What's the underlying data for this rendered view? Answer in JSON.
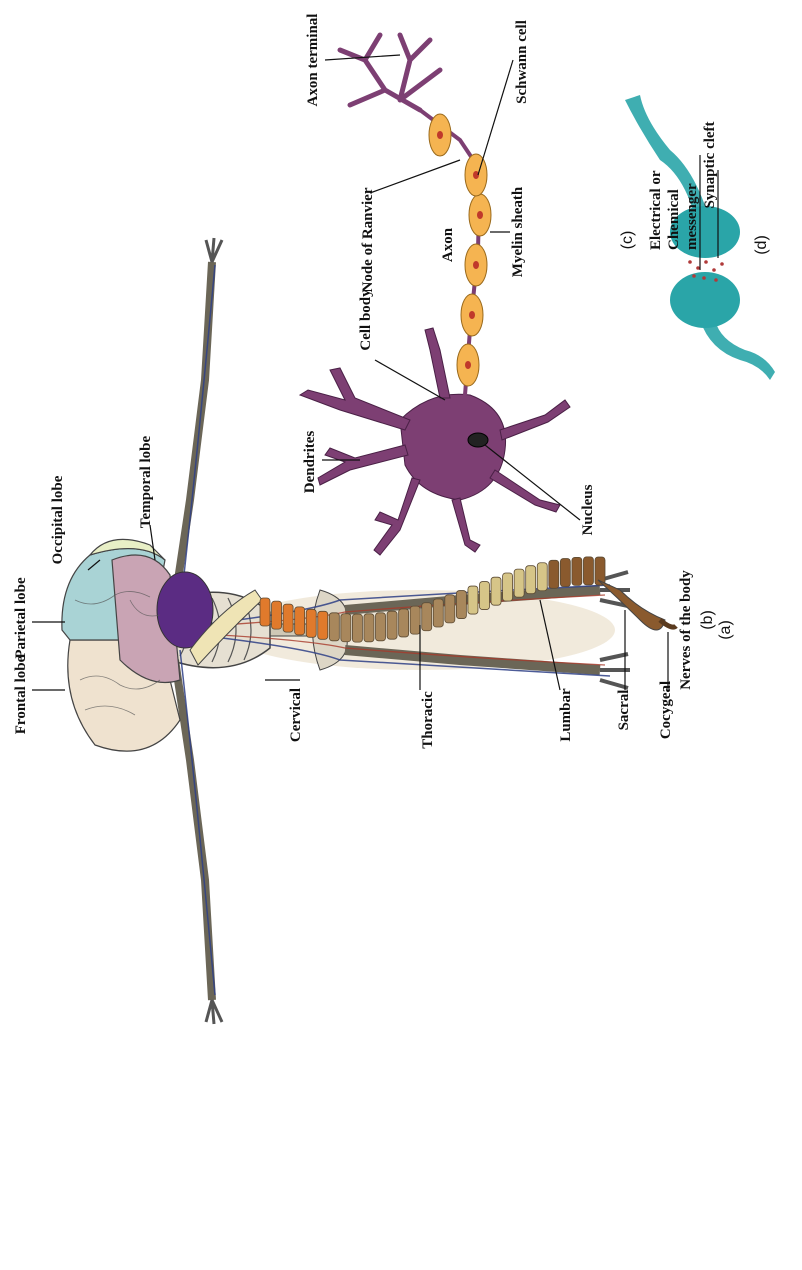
{
  "figure": {
    "nerves_caption": "Nerves of the body",
    "panels": {
      "a": "(a)",
      "b": "(b)",
      "c": "(c)",
      "d": "(d)"
    },
    "brain_labels": {
      "frontal": "Frontal lobe",
      "parietal": "Parietal lobe",
      "occipital": "Occipital lobe",
      "temporal": "Temporal lobe"
    },
    "spine_labels": {
      "cervical": "Cervical",
      "thoracic": "Thoracic",
      "lumbar": "Lumbar",
      "sacral": "Sacral",
      "cocygeal": "Cocygeal"
    },
    "neuron_labels": {
      "axon_terminal": "Axon terminal",
      "schwann_cell": "Schwann cell",
      "node_of_ranvier": "Node of Ranvier",
      "myelin_sheath": "Myelin sheath",
      "axon": "Axon",
      "cell_body": "Cell body",
      "dendrites": "Dendrites",
      "nucleus": "Nucleus"
    },
    "synapse_labels": {
      "messenger_line1": "Electrical or",
      "messenger_line2": "Chemical",
      "messenger_line3": "messenger",
      "synaptic_cleft": "Synaptic cleft"
    }
  },
  "colors": {
    "frontal": "#efe2cf",
    "parietal": "#a9d3d5",
    "occipital": "#e8efc6",
    "temporal": "#c9a4b4",
    "cerebellum": "#5b2c83",
    "brainstem": "#efe4b5",
    "cervical": "#e07a2c",
    "thoracic": "#a8875c",
    "lumbar": "#d6c588",
    "sacral": "#8a5a2e",
    "neuron": "#7d3f73",
    "myelin": "#f5b451",
    "synapse": "#2aa5a8"
  }
}
